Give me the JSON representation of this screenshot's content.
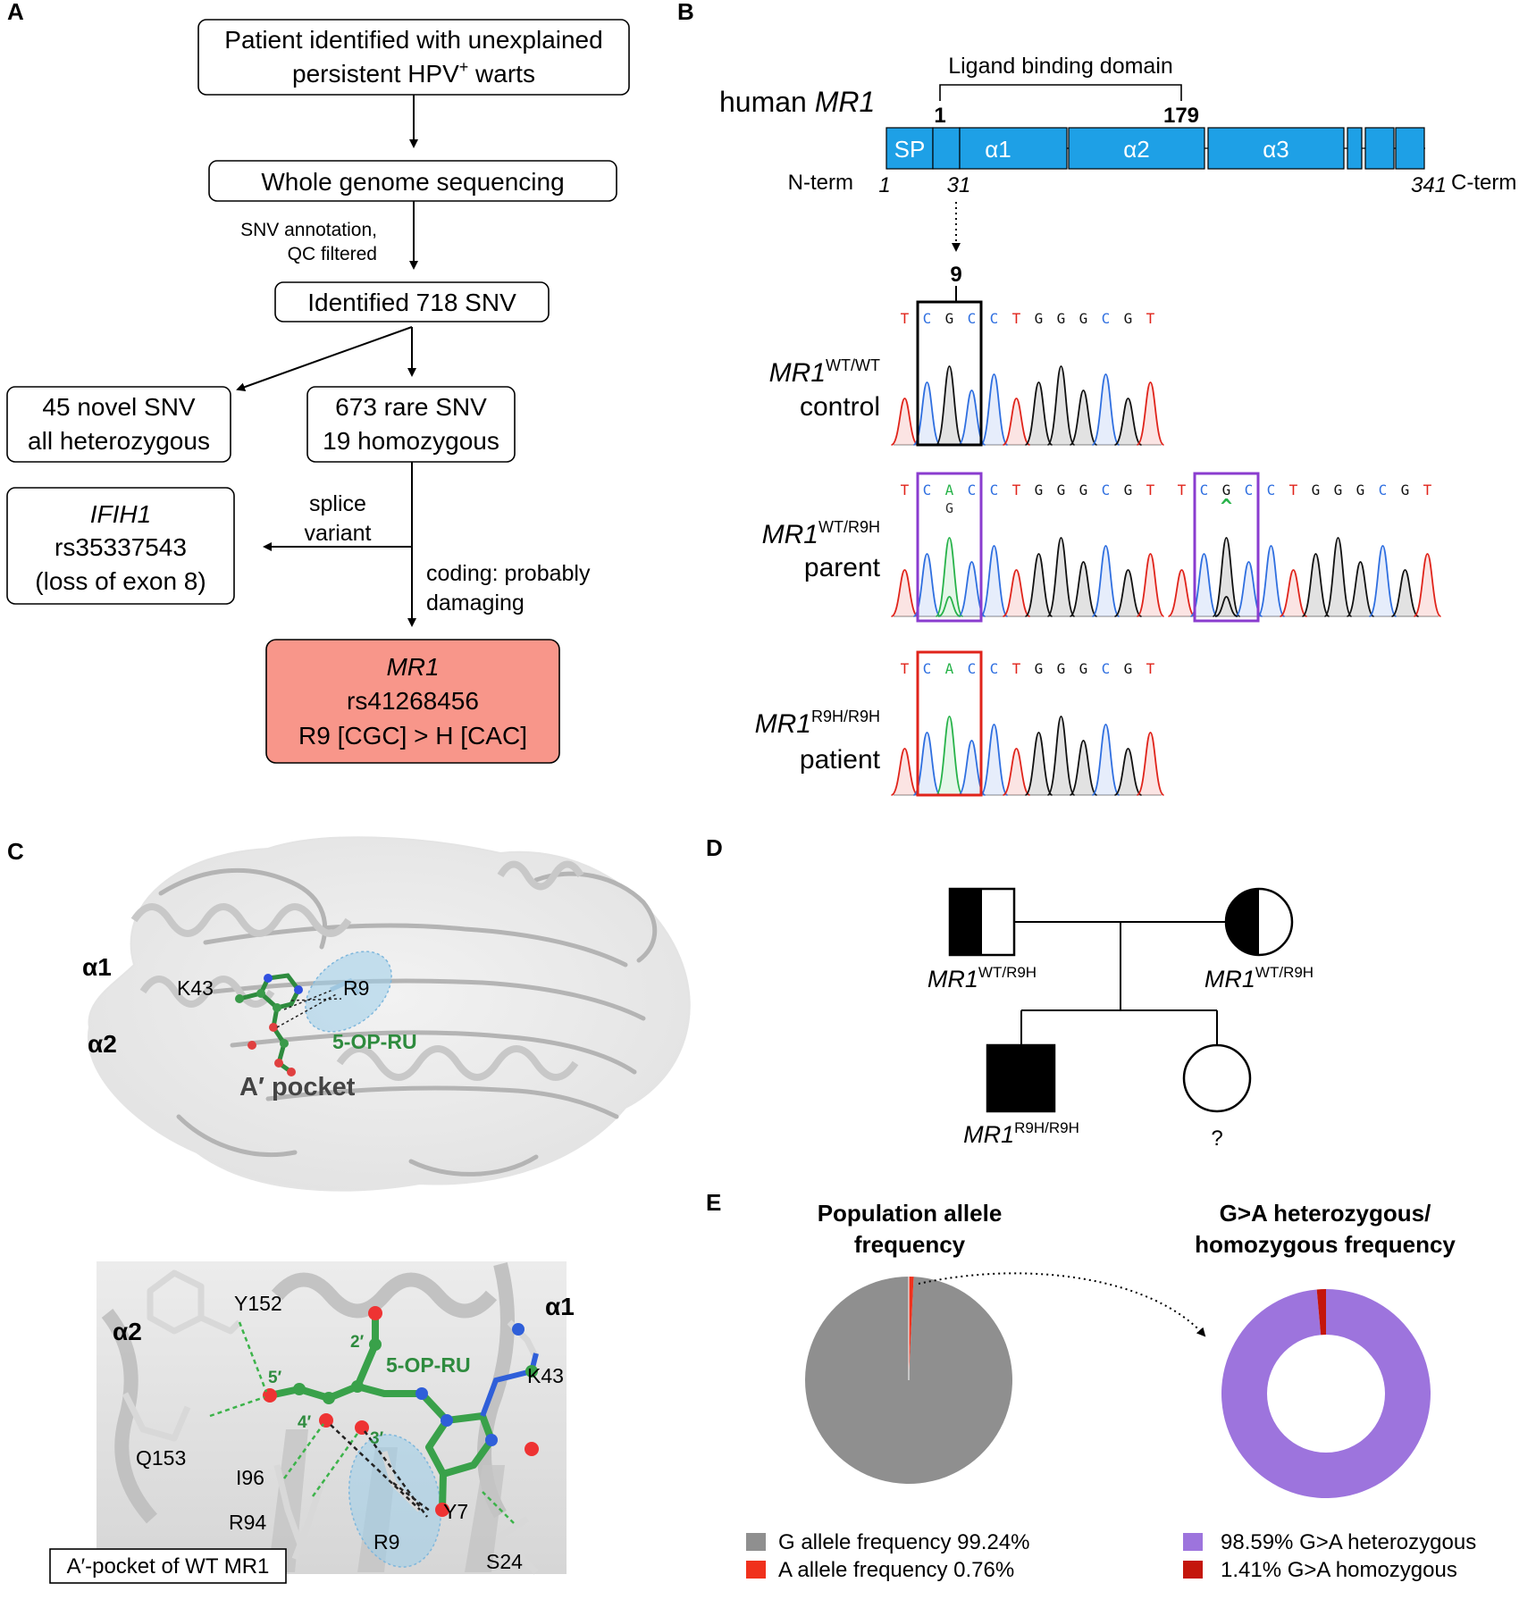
{
  "panel_labels": {
    "a": "A",
    "b": "B",
    "c": "C",
    "d": "D",
    "e": "E"
  },
  "panel_a": {
    "box1_line1": "Patient identified with unexplained",
    "box1_line2_pre": "persistent HPV",
    "box1_line2_sup": "+",
    "box1_line2_post": " warts",
    "box2": "Whole genome sequencing",
    "note1_line1": "SNV annotation,",
    "note1_line2": "QC filtered",
    "box3": "Identified 718 SNV",
    "box4_line1": "45 novel SNV",
    "box4_line2": "all heterozygous",
    "box5_line1": "673 rare SNV",
    "box5_line2": "19 homozygous",
    "box6_line1": "IFIH1",
    "box6_line2": "rs35337543",
    "box6_line3": "(loss of exon 8)",
    "note2_line1": "splice",
    "note2_line2": "variant",
    "note3_line1": "coding: probably",
    "note3_line2": "damaging",
    "box7_line1": "MR1",
    "box7_line2": "rs41268456",
    "box7_line3": "R9 [CGC] > H [CAC]",
    "highlight_color": "#f8968a"
  },
  "panel_b": {
    "gene_prefix": "human ",
    "gene_name": "MR1",
    "ligand_label": "Ligand binding domain",
    "num_start": "1",
    "num_end": "179",
    "domains": [
      "SP",
      "α1",
      "α2",
      "α3"
    ],
    "nterm": "N-term",
    "cterm": "C-term",
    "pos_1": "1",
    "pos_31": "31",
    "pos_341": "341",
    "residue_num": "9",
    "domain_color": "#1ea0e6",
    "seq_control": [
      "T",
      "C",
      "G",
      "C",
      "C",
      "T",
      "G",
      "G",
      "G",
      "C",
      "G",
      "T"
    ],
    "seq_parent_a": [
      "T",
      "C",
      "A",
      "C",
      "C",
      "T",
      "G",
      "G",
      "G",
      "C",
      "G",
      "T"
    ],
    "seq_parent_a_sub": "G",
    "seq_parent_b": [
      "T",
      "C",
      "G",
      "C",
      "C",
      "T",
      "G",
      "G",
      "G",
      "C",
      "G",
      "T"
    ],
    "seq_parent_b_sub": "^",
    "seq_patient": [
      "T",
      "C",
      "A",
      "C",
      "C",
      "T",
      "G",
      "G",
      "G",
      "C",
      "G",
      "T"
    ],
    "genotype_name": "MR1",
    "row1_sup": "WT/WT",
    "row1_label": "control",
    "row2_sup": "WT/R9H",
    "row2_label": "parent",
    "row3_sup": "R9H/R9H",
    "row3_label": "patient",
    "box_colors": {
      "control": "#000000",
      "parent": "#8a3ccf",
      "patient": "#e0241b"
    }
  },
  "panel_c": {
    "label_a1": "α1",
    "label_a2": "α2",
    "label_k43": "K43",
    "label_r9": "R9",
    "ligand_name": "5-OP-RU",
    "pocket_label": "A′ pocket",
    "z_y152": "Y152",
    "z_a2": "α2",
    "z_a1": "α1",
    "z_k43": "K43",
    "z_5p": "5′",
    "z_4p": "4′",
    "z_3p": "3′",
    "z_2p": "2′",
    "z_ligand": "5-OP-RU",
    "z_q153": "Q153",
    "z_i96": "I96",
    "z_r94": "R94",
    "z_r9": "R9",
    "z_y7": "Y7",
    "z_s24": "S24",
    "z_caption": "A′-pocket of WT MR1",
    "ligand_color": "#2e8b3e"
  },
  "panel_d": {
    "gene": "MR1",
    "father_sup": "WT/R9H",
    "mother_sup": "WT/R9H",
    "son_sup": "R9H/R9H",
    "daughter_label": "?"
  },
  "panel_e": {
    "title1_line1": "Population allele",
    "title1_line2": "frequency",
    "title2_line1": "G>A heterozygous/",
    "title2_line2": "homozygous frequency",
    "legend1": [
      "G allele frequency 99.24%",
      "A allele frequency 0.76%"
    ],
    "legend2": [
      "98.59%  G>A heterozygous",
      "1.41%  G>A homozygous"
    ]
  },
  "chart_data": [
    {
      "type": "pie",
      "title": "Population allele frequency",
      "categories": [
        "G allele frequency",
        "A allele frequency"
      ],
      "values": [
        99.24,
        0.76
      ],
      "colors": [
        "#8f8f8f",
        "#f0311c"
      ]
    },
    {
      "type": "pie",
      "variant": "donut",
      "title": "G>A heterozygous/ homozygous frequency",
      "categories": [
        "G>A heterozygous",
        "G>A homozygous"
      ],
      "values": [
        98.59,
        1.41
      ],
      "colors": [
        "#9d74dd",
        "#c4160c"
      ]
    }
  ]
}
